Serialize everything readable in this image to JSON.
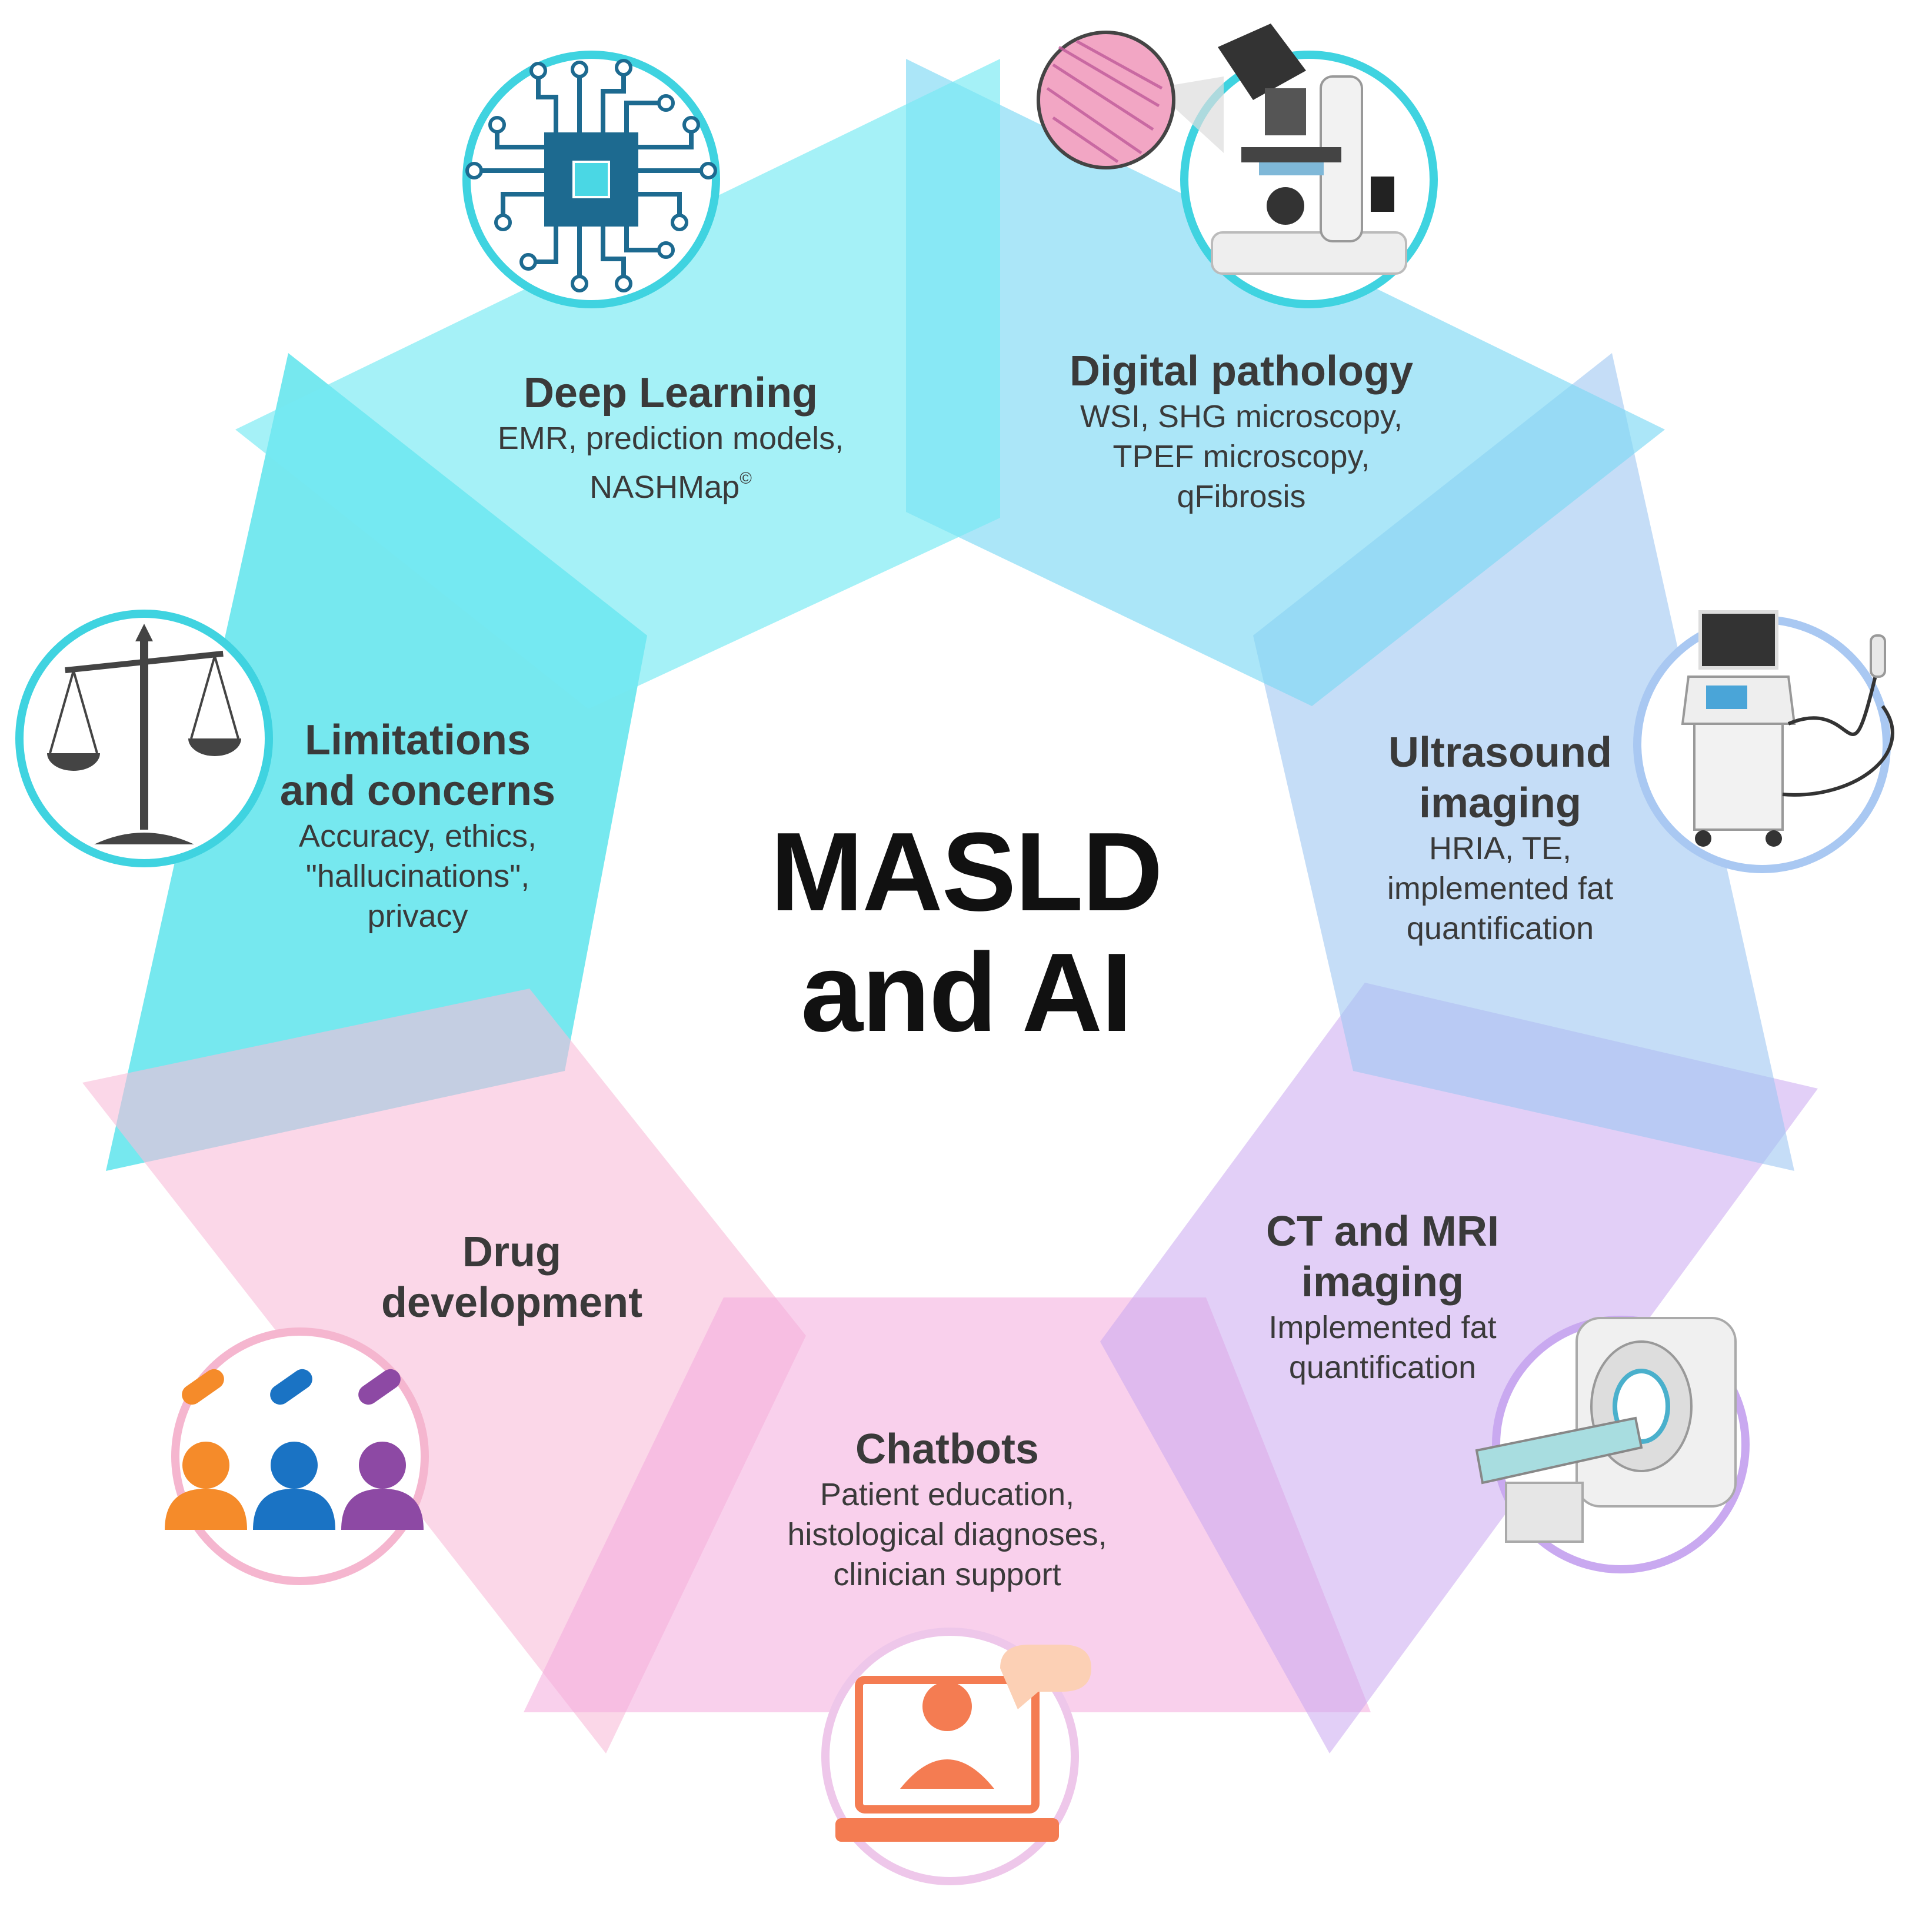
{
  "center": {
    "line1": "MASLD",
    "line2": "and AI"
  },
  "segments": [
    {
      "id": "deep-learning",
      "title": "Deep Learning",
      "subtitle_lines": [
        "EMR, prediction models,",
        "NASHMap"
      ],
      "superscript": "©",
      "icon": "circuit-chip-icon",
      "color": "#7de9f0"
    },
    {
      "id": "digital-pathology",
      "title": "Digital pathology",
      "subtitle_lines": [
        "WSI, SHG microscopy,",
        "TPEF microscopy,",
        "qFibrosis"
      ],
      "icon": "microscope-icon",
      "color": "#8ddcf2"
    },
    {
      "id": "ultrasound",
      "title_lines": [
        "Ultrasound",
        "imaging"
      ],
      "subtitle_lines": [
        "HRIA, TE,",
        "implemented fat",
        "quantification"
      ],
      "icon": "ultrasound-machine-icon",
      "color": "#a9cdf4"
    },
    {
      "id": "ct-mri",
      "title_lines": [
        "CT and MRI",
        "imaging"
      ],
      "subtitle_lines": [
        "Implemented fat",
        "quantification"
      ],
      "icon": "mri-scanner-icon",
      "color": "#d2b8f2"
    },
    {
      "id": "chatbots",
      "title": "Chatbots",
      "subtitle_lines": [
        "Patient education,",
        "histological diagnoses,",
        "clinician support"
      ],
      "icon": "doctor-laptop-icon",
      "color": "#f6b8e4"
    },
    {
      "id": "drug-development",
      "title_lines": [
        "Drug",
        "development"
      ],
      "subtitle_lines": [],
      "icon": "patients-pills-icon",
      "color": "#f8c3dd"
    },
    {
      "id": "limitations",
      "title_lines": [
        "Limitations",
        "and concerns"
      ],
      "subtitle_lines": [
        "Accuracy, ethics,",
        "\"hallucinations\",",
        "privacy"
      ],
      "icon": "balance-scale-icon",
      "color": "#5de3ea"
    }
  ]
}
